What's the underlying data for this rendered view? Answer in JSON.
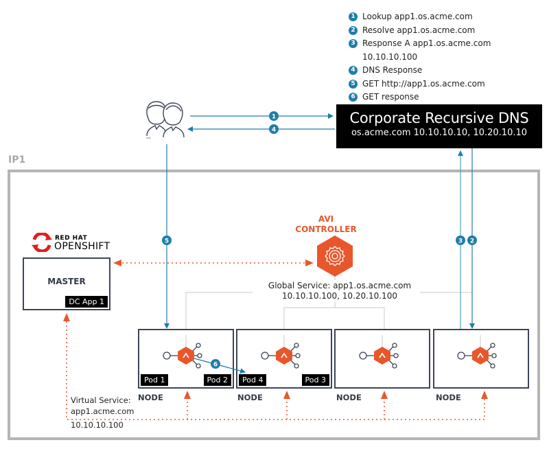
{
  "legend": [
    {
      "num": "1",
      "text": "Lookup app1.os.acme.com"
    },
    {
      "num": "2",
      "text": "Resolve app1.os.acme.com"
    },
    {
      "num": "3",
      "text": "Response A app1.os.acme.com\n10.10.10.100"
    },
    {
      "num": "4",
      "text": "DNS Response"
    },
    {
      "num": "5",
      "text": "GET http://app1.os.acme.com"
    },
    {
      "num": "6",
      "text": "GET response"
    }
  ],
  "dns": {
    "title": "Corporate Recursive DNS",
    "subtitle": "os.acme.com 10.10.10.10, 10.20.10.10"
  },
  "zone": {
    "label": "IP1"
  },
  "brand": {
    "line1": "RED HAT",
    "line2": "OPENSHIFT"
  },
  "master": {
    "title": "MASTER",
    "tag": "DC App 1"
  },
  "controller": {
    "line1": "AVI",
    "line2": "CONTROLLER"
  },
  "global_service": {
    "line1": "Global Service: app1.os.acme.com",
    "line2": "10.10.10.100, 10.20.10.100"
  },
  "nodes": [
    {
      "label": "NODE",
      "pods": [
        "Pod 1",
        "Pod 2"
      ]
    },
    {
      "label": "NODE",
      "pods": [
        "Pod  4",
        "Pod 3"
      ]
    },
    {
      "label": "NODE",
      "pods": []
    },
    {
      "label": "NODE",
      "pods": []
    }
  ],
  "virtual_service": {
    "line1": "Virtual Service:",
    "line2": "app1.acme.com",
    "ip": "10.10.10.100"
  },
  "flow_badges": {
    "b1": "1",
    "b2": "2",
    "b3": "3",
    "b4": "4",
    "b5": "5",
    "b6": "6"
  },
  "colors": {
    "flow": "#1f7ea8",
    "accent": "#e8572c",
    "node_border": "#3c4556",
    "frame": "#b5b5b5",
    "tree": "#c8c8c8"
  }
}
